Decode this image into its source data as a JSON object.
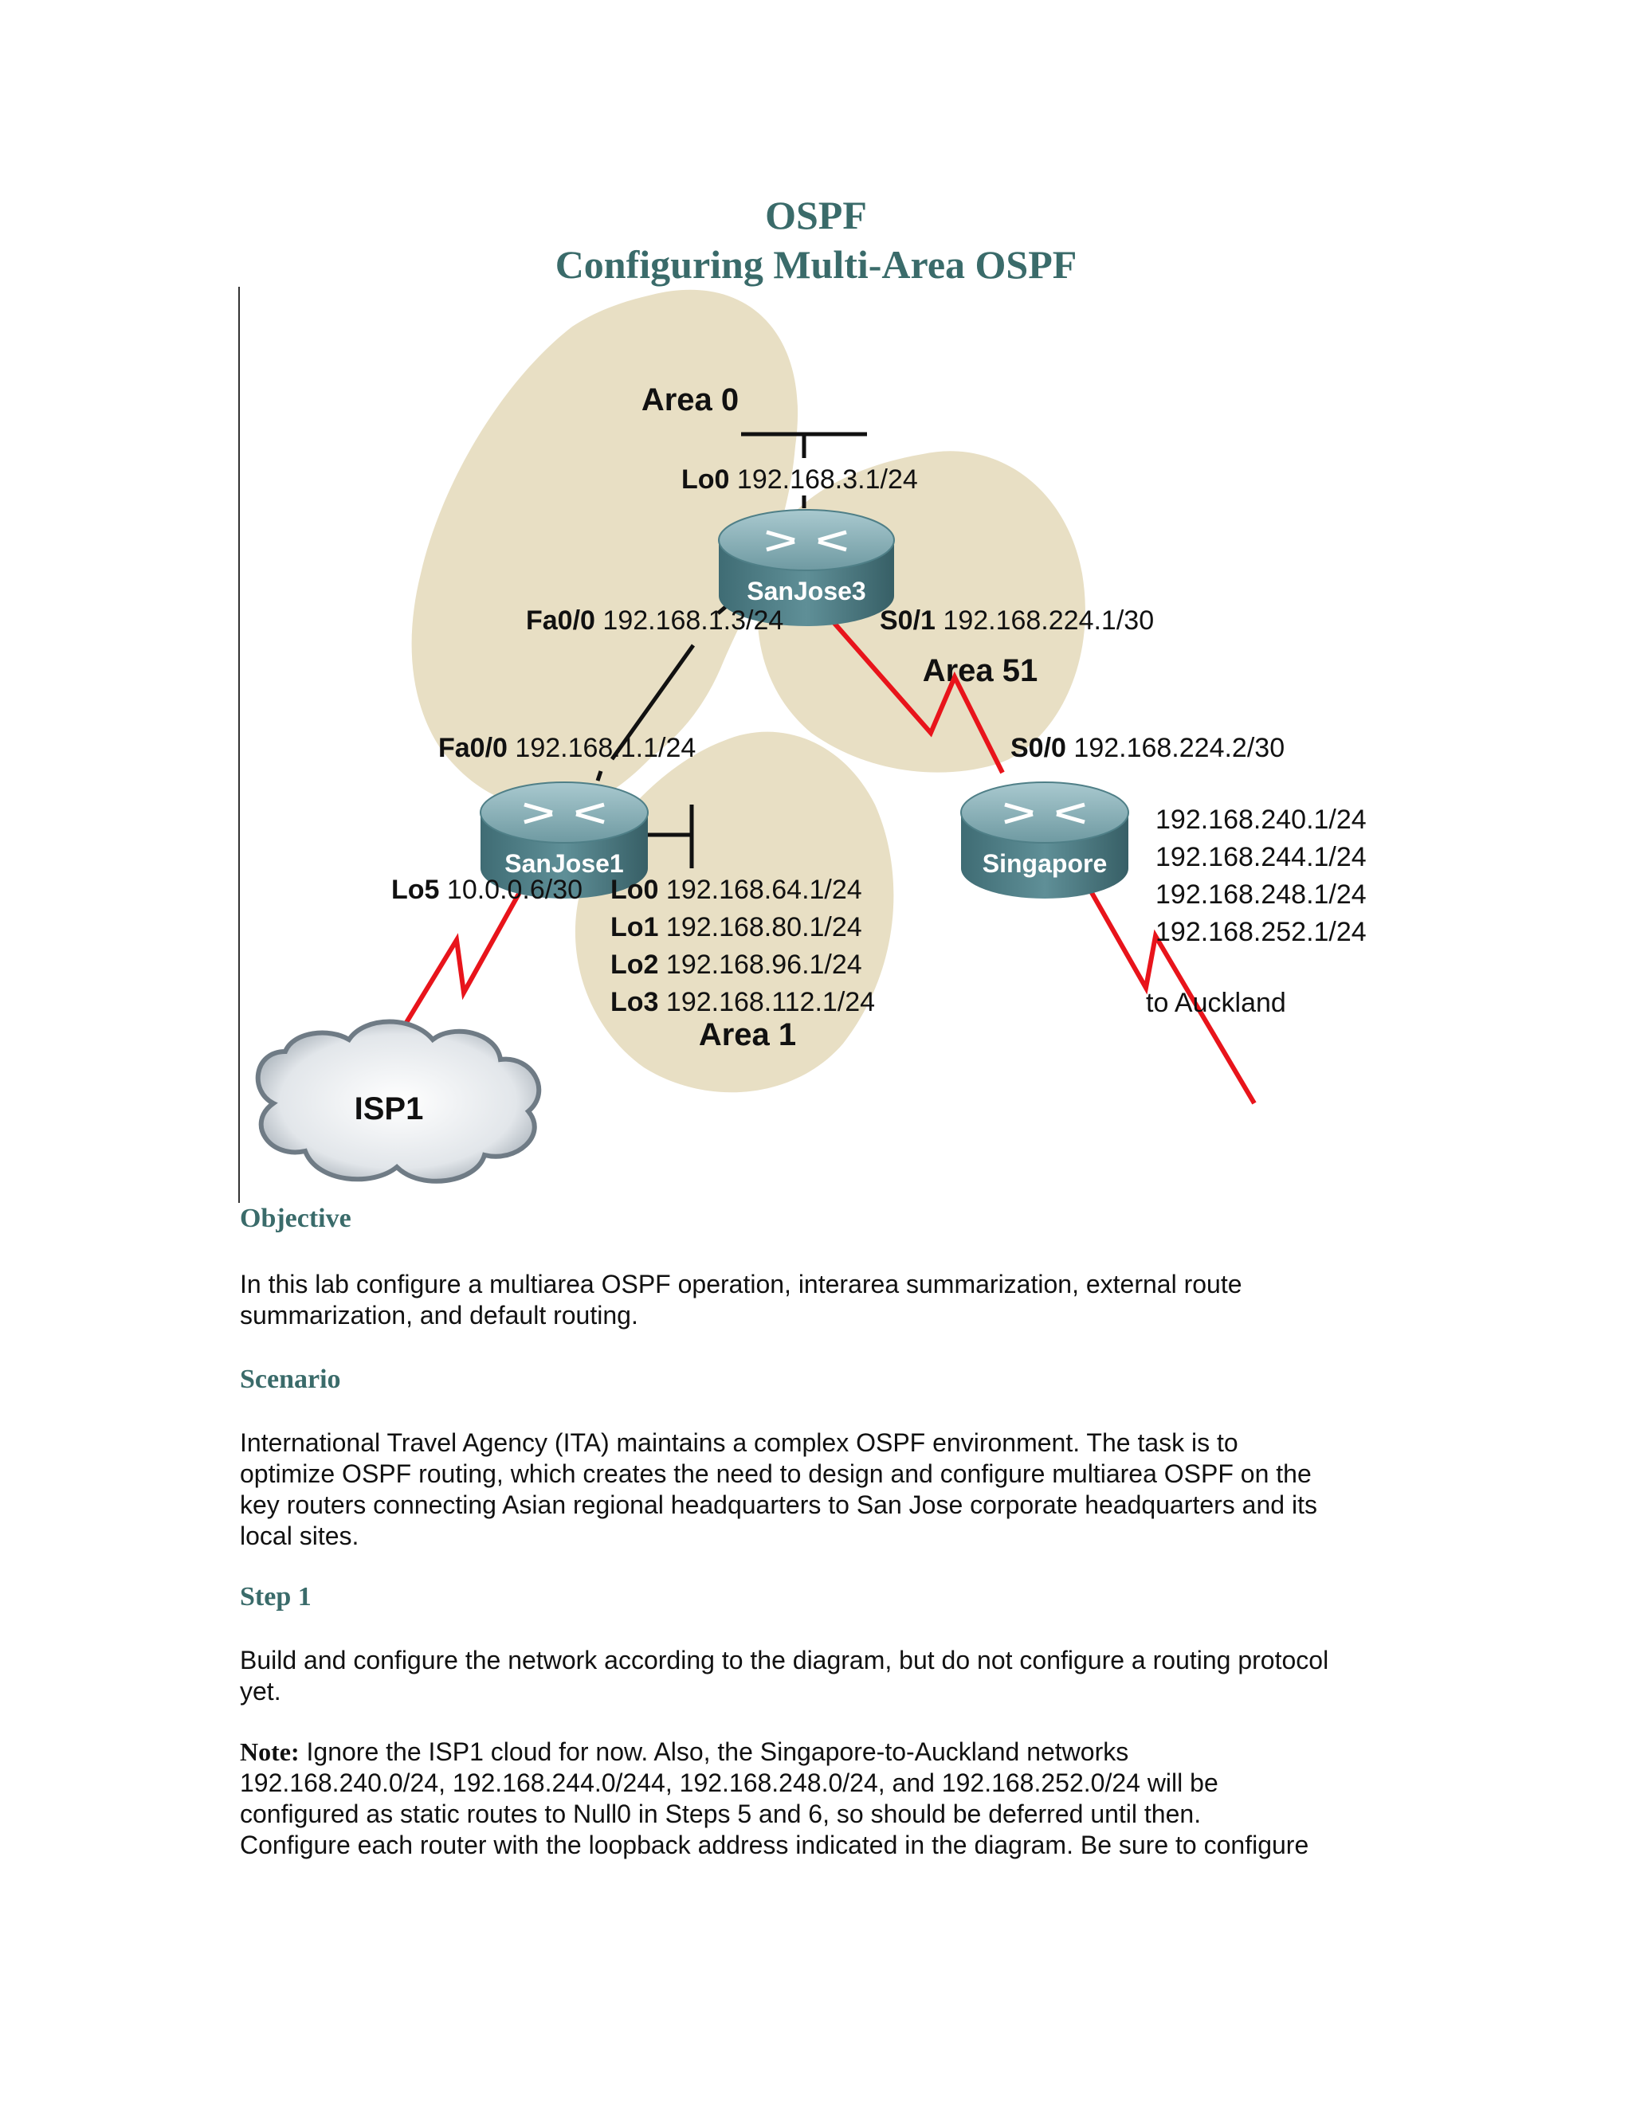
{
  "title": {
    "line1": "OSPF",
    "line2": "Configuring Multi-Area OSPF"
  },
  "diagram": {
    "areas": {
      "area0": "Area 0",
      "area51": "Area 51",
      "area1": "Area 1"
    },
    "routers": {
      "sanjose3": "SanJose3",
      "sanjose1": "SanJose1",
      "singapore": "Singapore"
    },
    "cloud": "ISP1",
    "labels": {
      "sj3_lo0_if": "Lo0",
      "sj3_lo0_ip": "192.168.3.1/24",
      "sj3_fa_if": "Fa0/0",
      "sj3_fa_ip": "192.168.1.3/24",
      "sj3_s01_if": "S0/1",
      "sj3_s01_ip": "192.168.224.1/30",
      "sj1_fa_if": "Fa0/0",
      "sj1_fa_ip": "192.168.1.1/24",
      "sg_s00_if": "S0/0",
      "sg_s00_ip": "192.168.224.2/30",
      "sj1_lo5_if": "Lo5",
      "sj1_lo5_ip": "10.0.0.6/30",
      "sj1_lo0_if": "Lo0",
      "sj1_lo0_ip": "192.168.64.1/24",
      "sj1_lo1_if": "Lo1",
      "sj1_lo1_ip": "192.168.80.1/24",
      "sj1_lo2_if": "Lo2",
      "sj1_lo2_ip": "192.168.96.1/24",
      "sj1_lo3_if": "Lo3",
      "sj1_lo3_ip": "192.168.112.1/24",
      "sg_net1": "192.168.240.1/24",
      "sg_net2": "192.168.244.1/24",
      "sg_net3": "192.168.248.1/24",
      "sg_net4": "192.168.252.1/24",
      "auckland": "to Auckland"
    },
    "colors": {
      "area_fill": "#e8dfc4",
      "serial_link": "#e8141b",
      "router_body": "#4f7f87"
    }
  },
  "objective": {
    "heading": "Objective",
    "lines": [
      "In this lab configure a multiarea OSPF operation, interarea summarization, external route",
      "summarization, and default routing."
    ]
  },
  "scenario": {
    "heading": "Scenario",
    "lines": [
      "International Travel Agency (ITA) maintains a complex OSPF environment. The task is to",
      "optimize OSPF routing, which creates the need to design and configure multiarea OSPF on the",
      "key routers connecting Asian regional headquarters to San Jose corporate headquarters and its",
      "local sites."
    ]
  },
  "step1": {
    "heading": "Step 1",
    "lines": [
      "Build and configure the network according to the diagram, but do not configure a routing protocol",
      "yet."
    ]
  },
  "note": {
    "label": "Note:",
    "first_line": " Ignore the ISP1 cloud for now. Also, the Singapore-to-Auckland networks",
    "lines": [
      "192.168.240.0/24, 192.168.244.0/244, 192.168.248.0/24, and 192.168.252.0/24 will be",
      "configured as static routes to Null0 in Steps 5 and 6, so should be deferred until then.",
      "Configure each router with the loopback address indicated in the diagram. Be sure to configure"
    ]
  }
}
